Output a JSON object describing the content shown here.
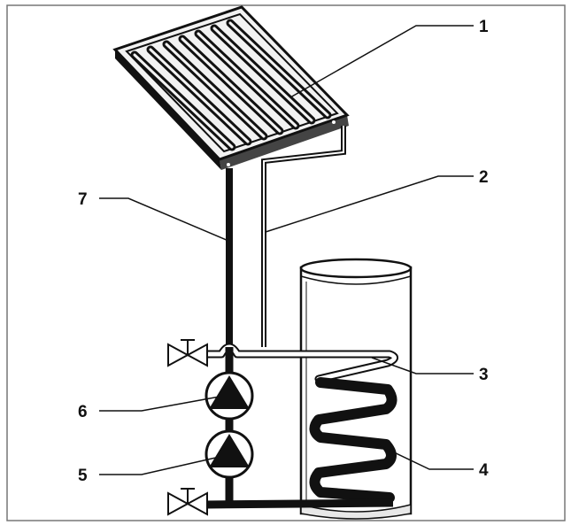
{
  "diagram": {
    "callouts": [
      {
        "id": "1",
        "label": "1",
        "part": "solar-collector"
      },
      {
        "id": "2",
        "label": "2",
        "part": "supply-pipe"
      },
      {
        "id": "3",
        "label": "3",
        "part": "tank-inlet"
      },
      {
        "id": "4",
        "label": "4",
        "part": "heat-exchanger-coil"
      },
      {
        "id": "5",
        "label": "5",
        "part": "lower-pump"
      },
      {
        "id": "6",
        "label": "6",
        "part": "upper-pump"
      },
      {
        "id": "7",
        "label": "7",
        "part": "return-pipe"
      }
    ]
  },
  "colors": {
    "ink": "#111111",
    "background": "#ffffff",
    "tank_fill": "#ffffff",
    "tank_bottom": "#e8e8e8"
  }
}
